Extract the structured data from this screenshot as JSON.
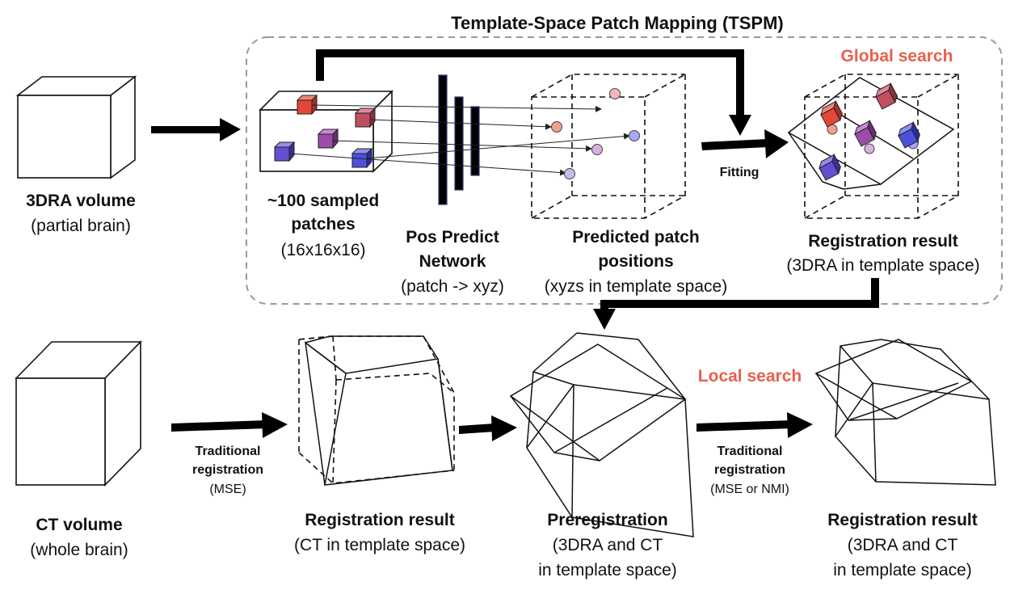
{
  "title": "Template-Space Patch Mapping (TSPM)",
  "global_search": "Global search",
  "local_search": "Local search",
  "fitting": "Fitting",
  "labels": {
    "dra_volume": {
      "line1": "3DRA volume",
      "line2": "(partial brain)"
    },
    "sampled_patches": {
      "line1": "~100 sampled",
      "line2": "patches",
      "line3": "(16x16x16)"
    },
    "pos_network": {
      "line1": "Pos Predict",
      "line2": "Network",
      "line3": "(patch -> xyz)"
    },
    "predicted_positions": {
      "line1": "Predicted patch",
      "line2": "positions",
      "line3": "(xyzs in template space)"
    },
    "registration_top": {
      "line1": "Registration result",
      "line2": "(3DRA in template space)"
    },
    "ct_volume": {
      "line1": "CT volume",
      "line2": "(whole brain)"
    },
    "trad_reg_1": {
      "line1": "Traditional",
      "line2": "registration",
      "line3": "(MSE)"
    },
    "registration_ct": {
      "line1": "Registration result",
      "line2": "(CT in template space)"
    },
    "preregistration": {
      "line1": "Preregistration",
      "line2": "(3DRA and CT",
      "line3": "in template space)"
    },
    "trad_reg_2": {
      "line1": "Traditional",
      "line2": "registration",
      "line3": "(MSE or NMI)"
    },
    "registration_final": {
      "line1": "Registration result",
      "line2": "(3DRA and CT",
      "line3": "in template space)"
    }
  },
  "colors": {
    "accent_red": "#e8604c",
    "patch_red": "#e2473a",
    "patch_rose": "#c0505f",
    "patch_purple": "#9a4ea8",
    "patch_blue": "#4d4fdd",
    "dashed_box": "#9a9a9a"
  }
}
